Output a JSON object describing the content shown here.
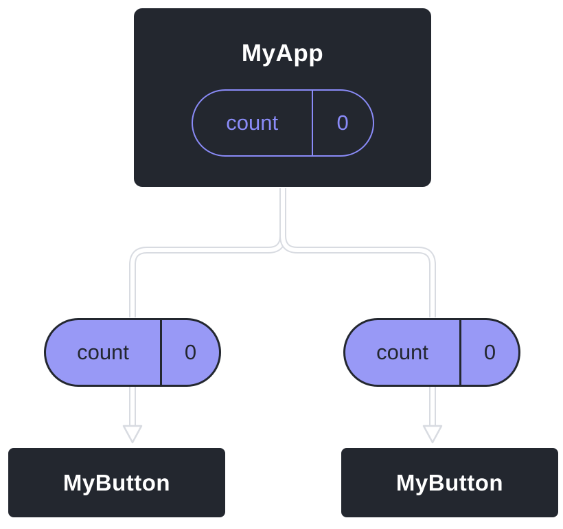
{
  "colors": {
    "node_bg": "#23272F",
    "node_text": "#FFFFFF",
    "pill_fill": "#9899F6",
    "pill_accent": "#8A8BF8",
    "pill_dark": "#23272F",
    "edge_core": "#FFFFFF",
    "edge_outline": "#D8DBE1",
    "page_bg": "#FFFFFF"
  },
  "diagram": {
    "root": {
      "title": "MyApp",
      "state_pill": {
        "name": "count",
        "value": "0"
      }
    },
    "left_branch": {
      "prop_pill": {
        "name": "count",
        "value": "0"
      },
      "child": {
        "title": "MyButton"
      }
    },
    "right_branch": {
      "prop_pill": {
        "name": "count",
        "value": "0"
      },
      "child": {
        "title": "MyButton"
      }
    }
  }
}
